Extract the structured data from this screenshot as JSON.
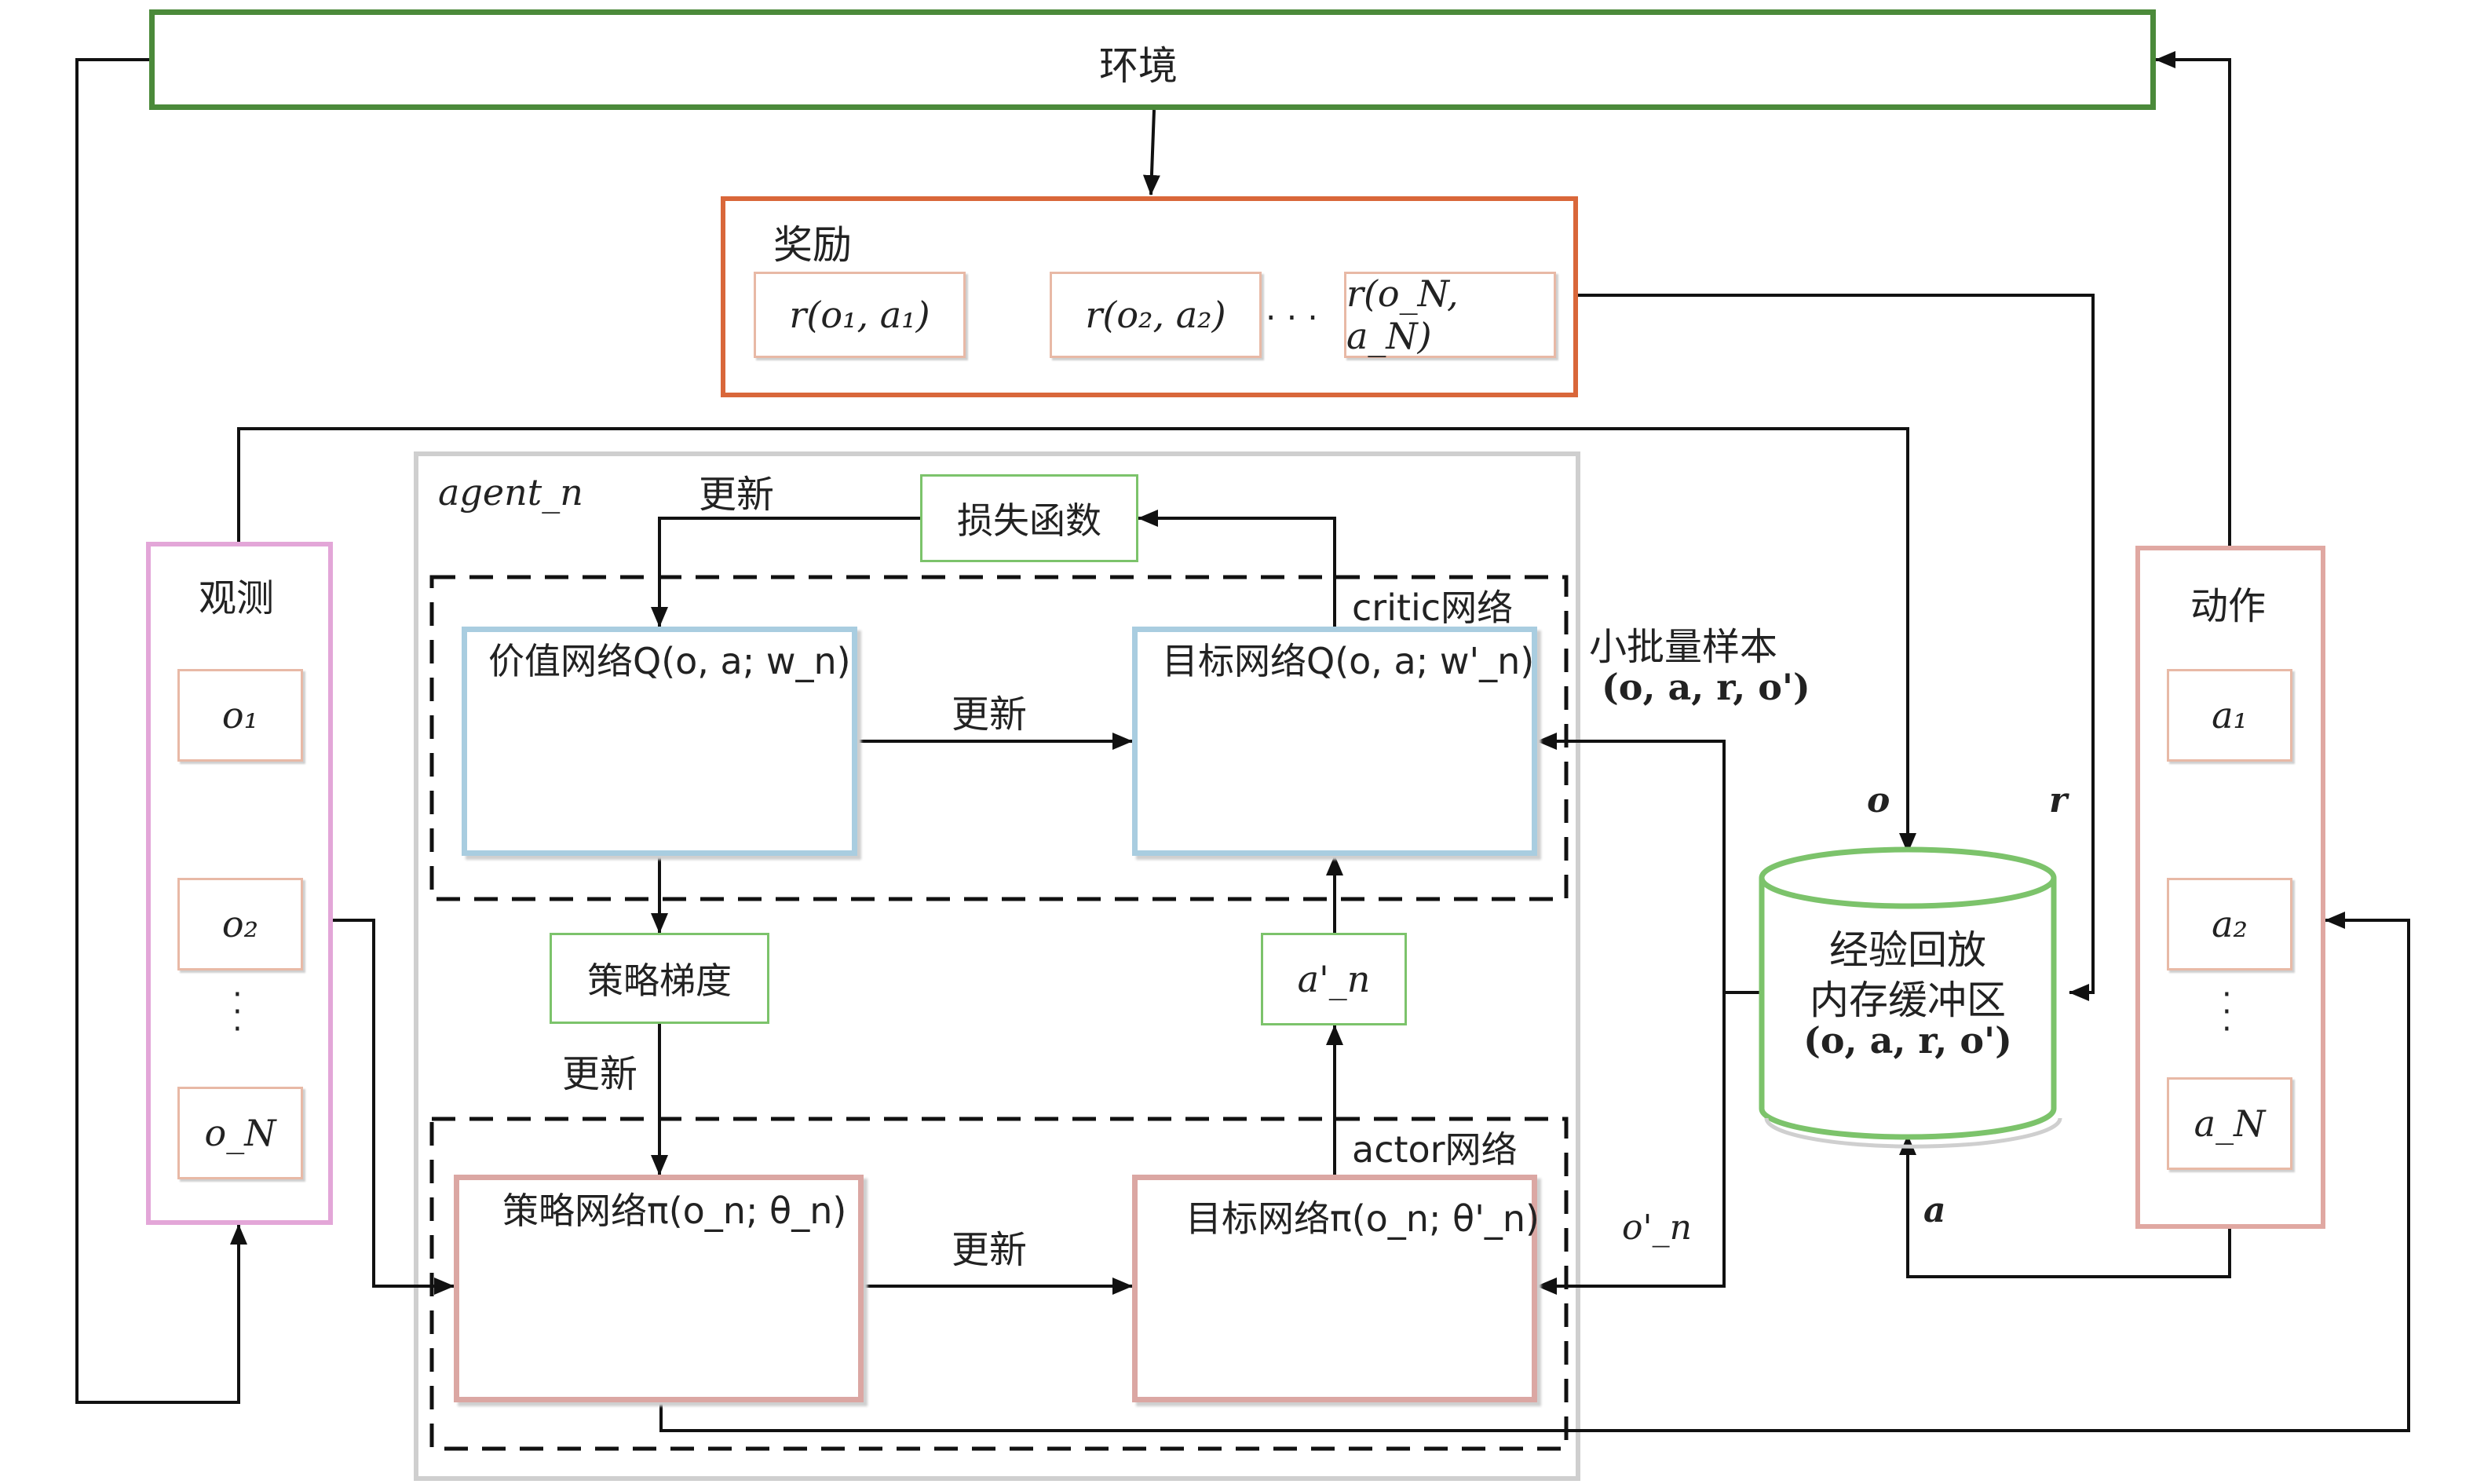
{
  "environment": {
    "label": "环境"
  },
  "reward": {
    "label": "奖励",
    "items": [
      "r(o₁, a₁)",
      "r(o₂, a₂)",
      "r(o_N, a_N)"
    ],
    "ellipsis": ". . ."
  },
  "observation": {
    "label": "观测",
    "items": [
      "o₁",
      "o₂",
      "o_N"
    ]
  },
  "action": {
    "label": "动作",
    "items": [
      "a₁",
      "a₂",
      "a_N"
    ]
  },
  "agent": {
    "label": "agent_n",
    "loss_function": "损失函数",
    "update_label": "更新",
    "critic_label": "critic网络",
    "actor_label": "actor网络",
    "value_net": "价值网络Q(o, a; w_n)",
    "critic_target_net": "目标网络Q(o, a; w'_n)",
    "policy_gradient": "策略梯度",
    "target_action": "a'_n",
    "policy_net": "策略网络π(o_n; θ_n)",
    "actor_target_net": "目标网络π(o_n; θ'_n)"
  },
  "replay_buffer": {
    "line1": "经验回放",
    "line2": "内存缓冲区",
    "line3": "(o, a, r, o')"
  },
  "minibatch": {
    "line1": "小批量样本",
    "line2": "(o, a, r, o')"
  },
  "flow_labels": {
    "o": "o",
    "r": "r",
    "a": "a",
    "o_next": "o'_n"
  },
  "colors": {
    "environment": "#4b8a3a",
    "reward": "#d9673a",
    "observation": "#e3a6d8",
    "action": "#e0a8a2",
    "cell_border": "#e8b9a6",
    "green_box": "#7cc36b",
    "critic_box": "#a9cde0",
    "critic_node": "#9cc6e6",
    "actor_box": "#dba7a3",
    "actor_node": "#e7aeaa",
    "agent_border": "#cfcfcf"
  }
}
